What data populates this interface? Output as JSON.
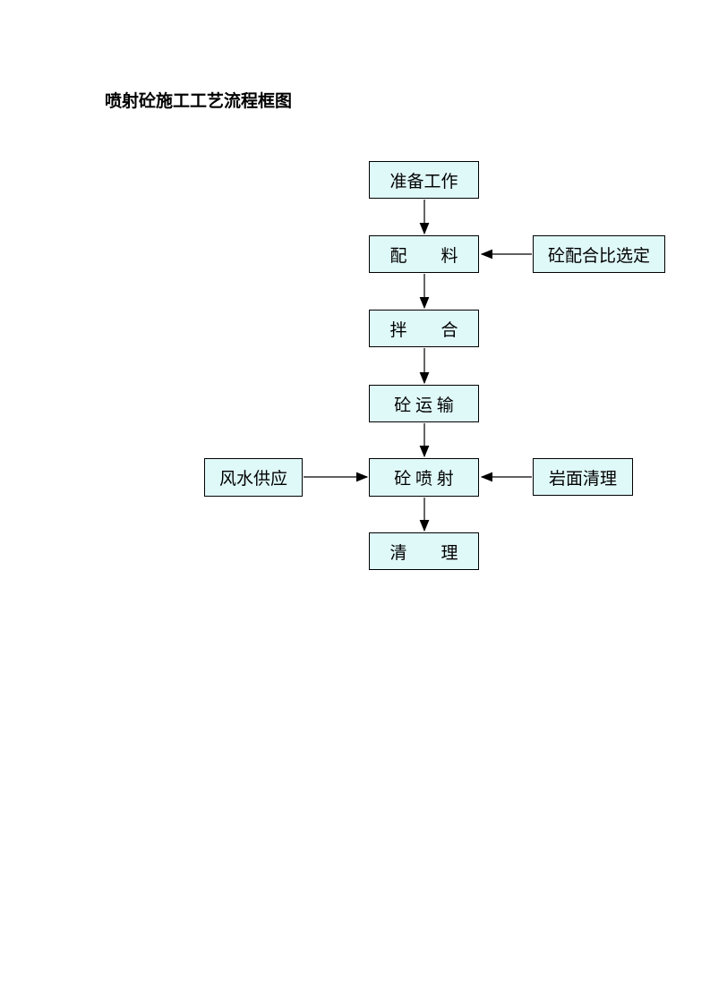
{
  "page": {
    "title": "喷射砼施工工艺流程框图"
  },
  "flowchart": {
    "nodes": {
      "prepare": {
        "label": "准备工作"
      },
      "batch": {
        "label": "配　　料"
      },
      "mix_ratio": {
        "label": "砼配合比选定"
      },
      "mixing": {
        "label": "拌　　合"
      },
      "transport": {
        "label": "砼 运 输"
      },
      "air_water": {
        "label": "风水供应"
      },
      "spray": {
        "label": "砼 喷 射"
      },
      "rock_clean": {
        "label": "岩面清理"
      },
      "cleanup": {
        "label": "清　　理"
      }
    },
    "edges": [
      {
        "from": "准备工作",
        "to": "配料"
      },
      {
        "from": "配料",
        "to": "拌合"
      },
      {
        "from": "拌合",
        "to": "砼运输"
      },
      {
        "from": "砼运输",
        "to": "砼喷射"
      },
      {
        "from": "砼喷射",
        "to": "清理"
      },
      {
        "from": "砼配合比选定",
        "to": "配料"
      },
      {
        "from": "风水供应",
        "to": "砼喷射"
      },
      {
        "from": "岩面清理",
        "to": "砼喷射"
      }
    ],
    "colors": {
      "node_fill": "#DFF8F8",
      "node_border": "#000000",
      "arrow": "#000000",
      "text": "#000000",
      "page_background": "#FFFFFF"
    }
  }
}
